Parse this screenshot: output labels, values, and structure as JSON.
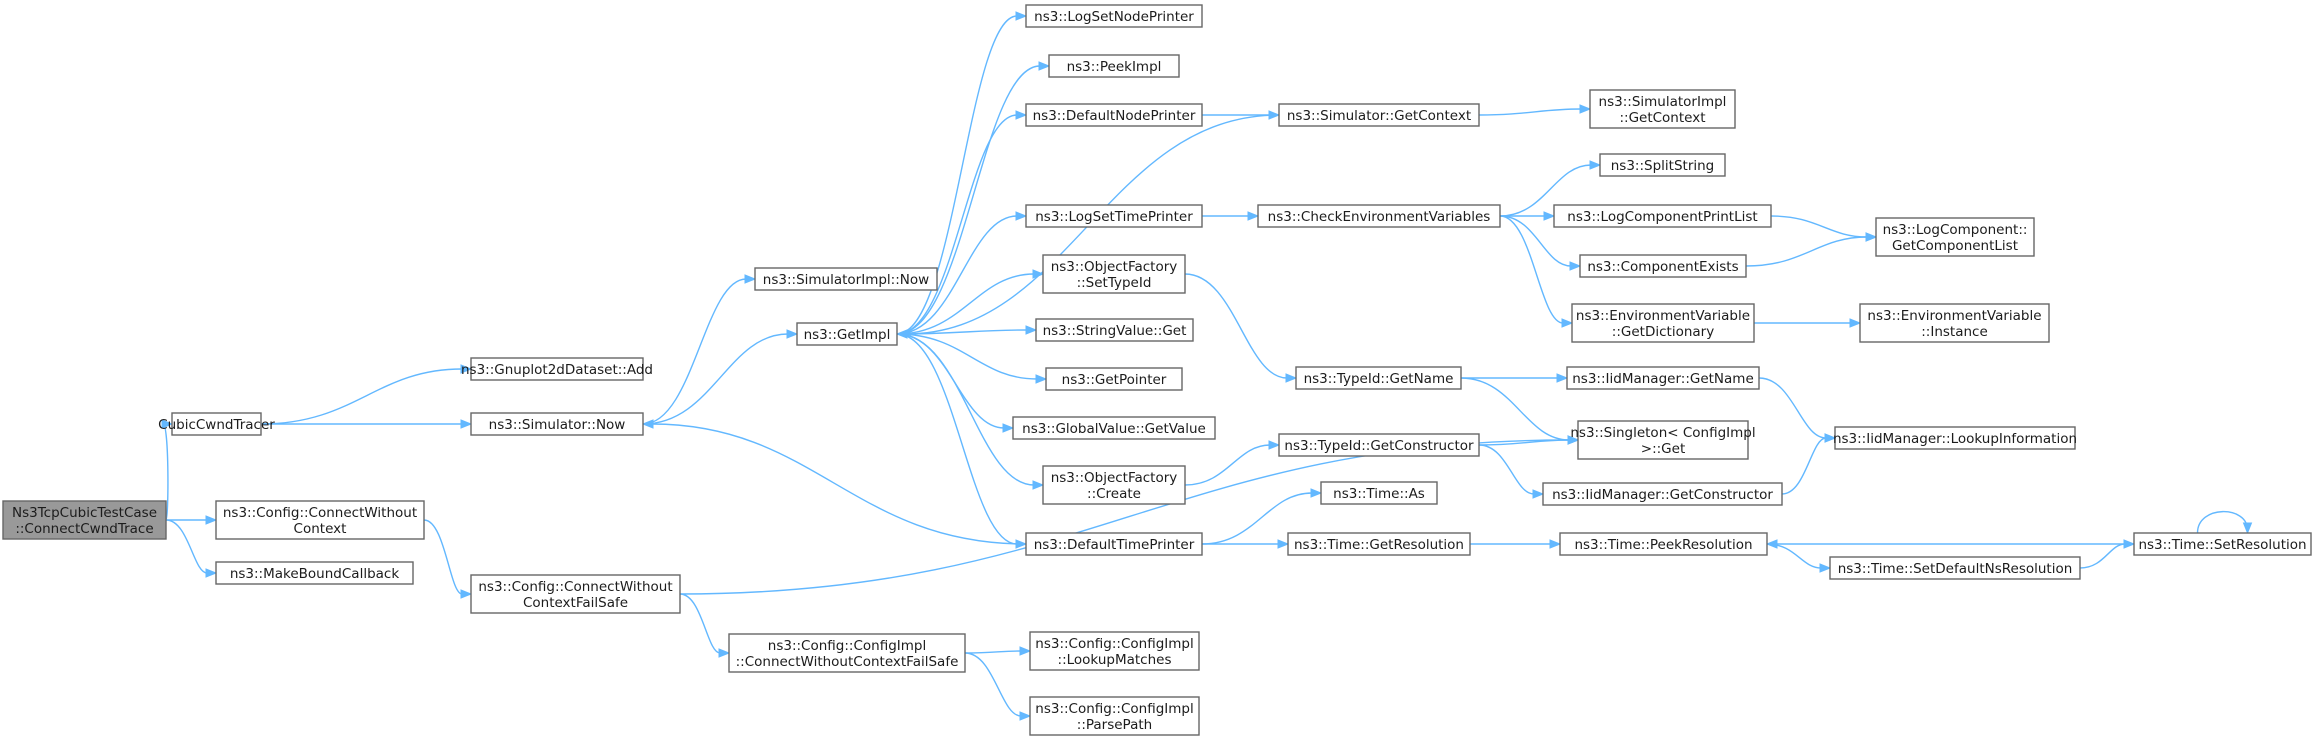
{
  "colors": {
    "edge": "#63b8ff",
    "node_border": "#666666",
    "node_fill": "#ffffff",
    "root_fill": "#999999"
  },
  "nodes": [
    {
      "id": "root",
      "lines": [
        "Ns3TcpCubicTestCase",
        "::ConnectCwndTrace"
      ],
      "root": true
    },
    {
      "id": "cubic",
      "lines": [
        "CubicCwndTracer"
      ]
    },
    {
      "id": "connwc",
      "lines": [
        "ns3::Config::ConnectWithout",
        "Context"
      ]
    },
    {
      "id": "mbc",
      "lines": [
        "ns3::MakeBoundCallback"
      ]
    },
    {
      "id": "gnu",
      "lines": [
        "ns3::Gnuplot2dDataset::Add"
      ]
    },
    {
      "id": "simnow",
      "lines": [
        "ns3::Simulator::Now"
      ]
    },
    {
      "id": "cwcfs",
      "lines": [
        "ns3::Config::ConnectWithout",
        "ContextFailSafe"
      ]
    },
    {
      "id": "simimplnow",
      "lines": [
        "ns3::SimulatorImpl::Now"
      ]
    },
    {
      "id": "getimpl",
      "lines": [
        "ns3::GetImpl"
      ]
    },
    {
      "id": "cfgimplcwcfs",
      "lines": [
        "ns3::Config::ConfigImpl",
        "::ConnectWithoutContextFailSafe"
      ]
    },
    {
      "id": "logsetnode",
      "lines": [
        "ns3::LogSetNodePrinter"
      ]
    },
    {
      "id": "peekimpl",
      "lines": [
        "ns3::PeekImpl"
      ]
    },
    {
      "id": "defnode",
      "lines": [
        "ns3::DefaultNodePrinter"
      ]
    },
    {
      "id": "logsettime",
      "lines": [
        "ns3::LogSetTimePrinter"
      ]
    },
    {
      "id": "ofsettype",
      "lines": [
        "ns3::ObjectFactory",
        "::SetTypeId"
      ]
    },
    {
      "id": "strget",
      "lines": [
        "ns3::StringValue::Get"
      ]
    },
    {
      "id": "getptr",
      "lines": [
        "ns3::GetPointer"
      ]
    },
    {
      "id": "gvget",
      "lines": [
        "ns3::GlobalValue::GetValue"
      ]
    },
    {
      "id": "ofcreate",
      "lines": [
        "ns3::ObjectFactory",
        "::Create"
      ]
    },
    {
      "id": "deftime",
      "lines": [
        "ns3::DefaultTimePrinter"
      ]
    },
    {
      "id": "lookup",
      "lines": [
        "ns3::Config::ConfigImpl",
        "::LookupMatches"
      ]
    },
    {
      "id": "parsepath",
      "lines": [
        "ns3::Config::ConfigImpl",
        "::ParsePath"
      ]
    },
    {
      "id": "simgetctx",
      "lines": [
        "ns3::Simulator::GetContext"
      ]
    },
    {
      "id": "checkenv",
      "lines": [
        "ns3::CheckEnvironmentVariables"
      ]
    },
    {
      "id": "tidname",
      "lines": [
        "ns3::TypeId::GetName"
      ]
    },
    {
      "id": "tidctor",
      "lines": [
        "ns3::TypeId::GetConstructor"
      ]
    },
    {
      "id": "timeas",
      "lines": [
        "ns3::Time::As"
      ]
    },
    {
      "id": "timegetres",
      "lines": [
        "ns3::Time::GetResolution"
      ]
    },
    {
      "id": "simimplctx",
      "lines": [
        "ns3::SimulatorImpl",
        "::GetContext"
      ]
    },
    {
      "id": "split",
      "lines": [
        "ns3::SplitString"
      ]
    },
    {
      "id": "lcprint",
      "lines": [
        "ns3::LogComponentPrintList"
      ]
    },
    {
      "id": "compex",
      "lines": [
        "ns3::ComponentExists"
      ]
    },
    {
      "id": "envdict",
      "lines": [
        "ns3::EnvironmentVariable",
        "::GetDictionary"
      ]
    },
    {
      "id": "singleton",
      "lines": [
        "ns3::Singleton< ConfigImpl",
        " >::Get"
      ]
    },
    {
      "id": "iidname",
      "lines": [
        "ns3::IidManager::GetName"
      ]
    },
    {
      "id": "iidctor",
      "lines": [
        "ns3::IidManager::GetConstructor"
      ]
    },
    {
      "id": "timepeek",
      "lines": [
        "ns3::Time::PeekResolution"
      ]
    },
    {
      "id": "timesetdef",
      "lines": [
        "ns3::Time::SetDefaultNsResolution"
      ]
    },
    {
      "id": "lcgetlist",
      "lines": [
        "ns3::LogComponent::",
        "GetComponentList"
      ]
    },
    {
      "id": "envinst",
      "lines": [
        "ns3::EnvironmentVariable",
        "::Instance"
      ]
    },
    {
      "id": "iidlookup",
      "lines": [
        "ns3::IidManager::LookupInformation"
      ]
    },
    {
      "id": "timesetres",
      "lines": [
        "ns3::Time::SetResolution"
      ]
    }
  ],
  "edges": [
    [
      "root",
      "cubic"
    ],
    [
      "root",
      "connwc"
    ],
    [
      "root",
      "mbc"
    ],
    [
      "cubic",
      "gnu"
    ],
    [
      "cubic",
      "simnow"
    ],
    [
      "connwc",
      "cwcfs"
    ],
    [
      "simnow",
      "simimplnow"
    ],
    [
      "simnow",
      "getimpl"
    ],
    [
      "cwcfs",
      "cfgimplcwcfs"
    ],
    [
      "cwcfs",
      "singleton"
    ],
    [
      "getimpl",
      "logsetnode"
    ],
    [
      "getimpl",
      "peekimpl"
    ],
    [
      "getimpl",
      "defnode"
    ],
    [
      "getimpl",
      "logsettime"
    ],
    [
      "getimpl",
      "ofsettype"
    ],
    [
      "getimpl",
      "strget"
    ],
    [
      "getimpl",
      "getptr"
    ],
    [
      "getimpl",
      "gvget"
    ],
    [
      "getimpl",
      "ofcreate"
    ],
    [
      "getimpl",
      "deftime"
    ],
    [
      "cfgimplcwcfs",
      "lookup"
    ],
    [
      "cfgimplcwcfs",
      "parsepath"
    ],
    [
      "defnode",
      "simgetctx"
    ],
    [
      "simgetctx",
      "getimpl"
    ],
    [
      "simgetctx",
      "simimplctx"
    ],
    [
      "logsettime",
      "checkenv"
    ],
    [
      "ofsettype",
      "tidname"
    ],
    [
      "ofcreate",
      "tidctor"
    ],
    [
      "deftime",
      "simnow"
    ],
    [
      "deftime",
      "timeas"
    ],
    [
      "deftime",
      "timegetres"
    ],
    [
      "checkenv",
      "split"
    ],
    [
      "checkenv",
      "lcprint"
    ],
    [
      "checkenv",
      "compex"
    ],
    [
      "checkenv",
      "envdict"
    ],
    [
      "tidname",
      "iidname"
    ],
    [
      "tidname",
      "singleton"
    ],
    [
      "tidctor",
      "singleton"
    ],
    [
      "tidctor",
      "iidctor"
    ],
    [
      "timegetres",
      "timepeek"
    ],
    [
      "lcprint",
      "lcgetlist"
    ],
    [
      "compex",
      "lcgetlist"
    ],
    [
      "envdict",
      "envinst"
    ],
    [
      "iidname",
      "iidlookup"
    ],
    [
      "iidctor",
      "iidlookup"
    ],
    [
      "timepeek",
      "timesetdef"
    ],
    [
      "timesetdef",
      "timesetres"
    ],
    [
      "timesetres",
      "timepeek"
    ],
    [
      "timesetres",
      "timesetres"
    ]
  ]
}
